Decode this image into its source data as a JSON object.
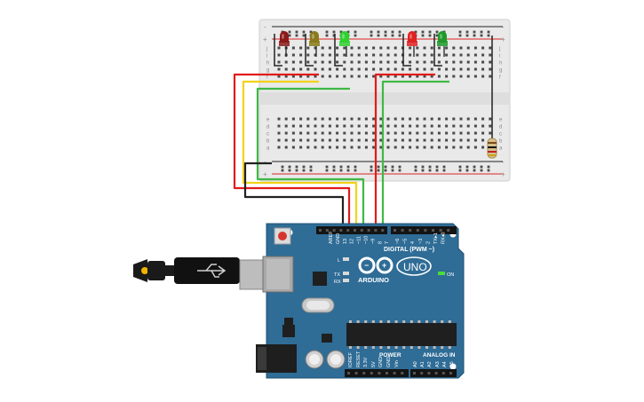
{
  "breadboard": {
    "rail_plus": "+",
    "rail_minus": "-",
    "row_letters_top": [
      "j",
      "i",
      "h",
      "g",
      "f"
    ],
    "row_letters_bottom": [
      "e",
      "d",
      "c",
      "b",
      "a"
    ],
    "column_count": 30
  },
  "leds": [
    {
      "name": "led-1",
      "color": "#8c1a1a"
    },
    {
      "name": "led-2",
      "color": "#8a7a1a"
    },
    {
      "name": "led-3",
      "color": "#2fd12f"
    },
    {
      "name": "led-4",
      "color": "#e02222"
    },
    {
      "name": "led-5",
      "color": "#1f9a2a"
    }
  ],
  "wires": {
    "red": "#e21b1b",
    "yellow": "#f2d21a",
    "green": "#3fb845",
    "black": "#222222"
  },
  "arduino": {
    "board_color": "#2f6c96",
    "brand": "ARDUINO",
    "model": "UNO",
    "digital_label": "DIGITAL (PWM ~)",
    "power_label": "POWER",
    "analog_label": "ANALOG IN",
    "on_label": "ON",
    "led_l": "L",
    "led_tx": "TX",
    "led_rx": "RX",
    "digital_pins": [
      "AREF",
      "GND",
      "13",
      "12",
      "~11",
      "~10",
      "~9",
      "8",
      "7",
      "~6",
      "~5",
      "4",
      "~3",
      "2",
      "TX▸1",
      "RX◂0"
    ],
    "power_pins": [
      "IOREF",
      "RESET",
      "3.3V",
      "5V",
      "GND",
      "GND",
      "Vin"
    ],
    "analog_pins": [
      "A0",
      "A1",
      "A2",
      "A3",
      "A4",
      "A5"
    ]
  }
}
